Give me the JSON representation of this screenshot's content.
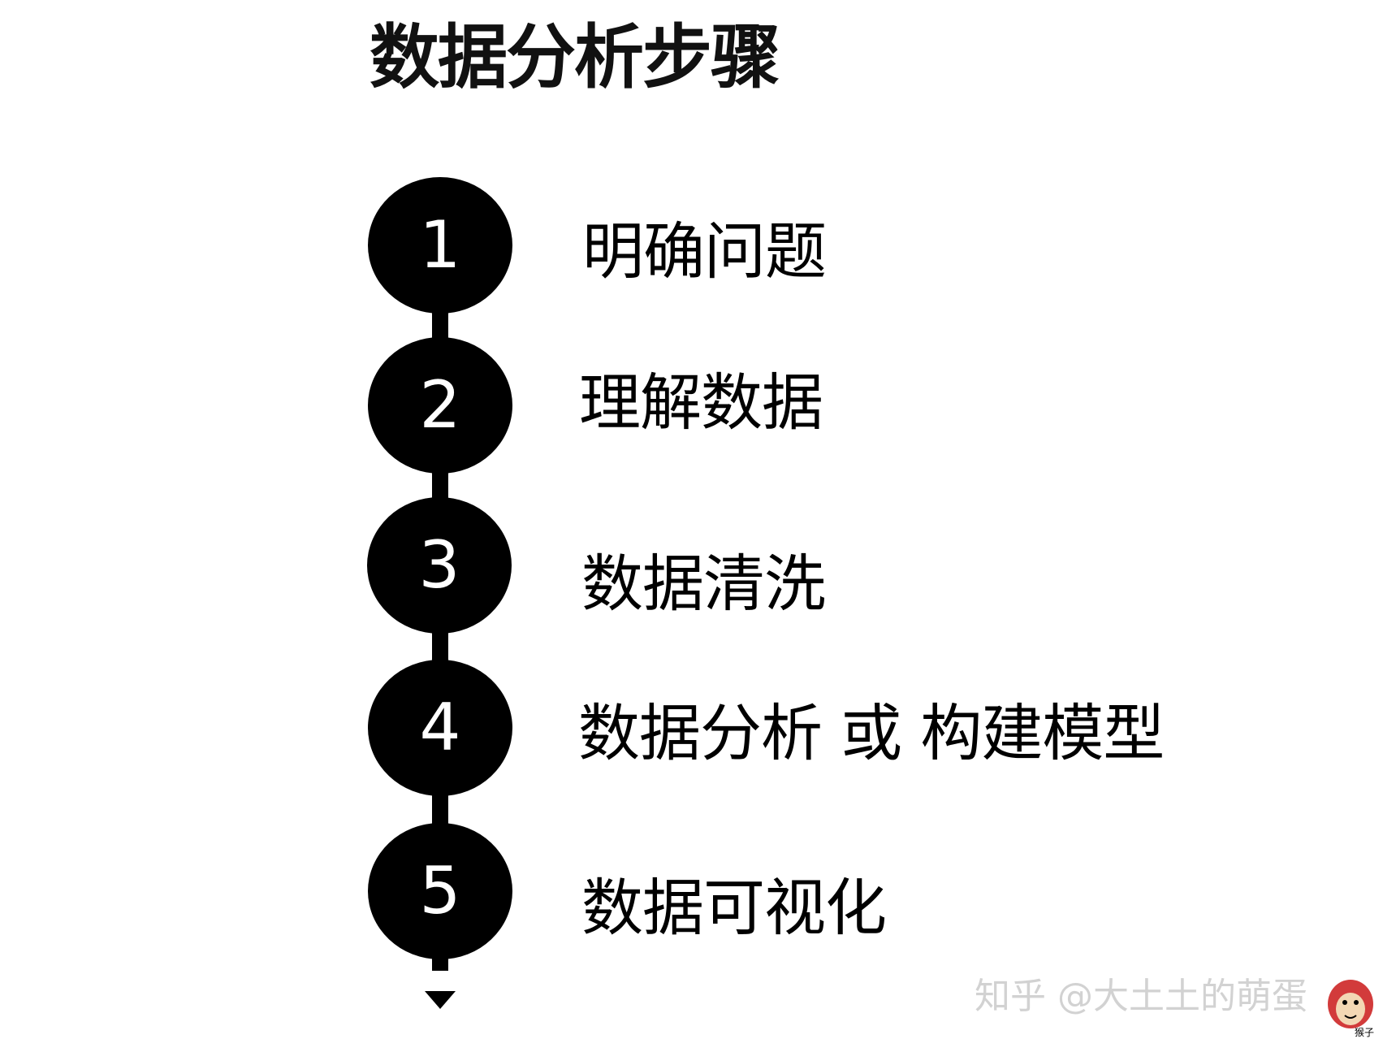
{
  "title": "数据分析步骤",
  "steps": [
    {
      "number": "1",
      "label": "明确问题"
    },
    {
      "number": "2",
      "label": "理解数据"
    },
    {
      "number": "3",
      "label": "数据清洗"
    },
    {
      "number": "4",
      "label": "数据分析 或 构建模型"
    },
    {
      "number": "5",
      "label": "数据可视化"
    }
  ],
  "watermark": "知乎 @大土土的萌蛋",
  "logo": {
    "caption": "猴子",
    "icon": "monkey-face-icon"
  },
  "colors": {
    "circle": "#000000",
    "number": "#ffffff",
    "text": "#000000",
    "watermark": "#d2d2d2"
  }
}
